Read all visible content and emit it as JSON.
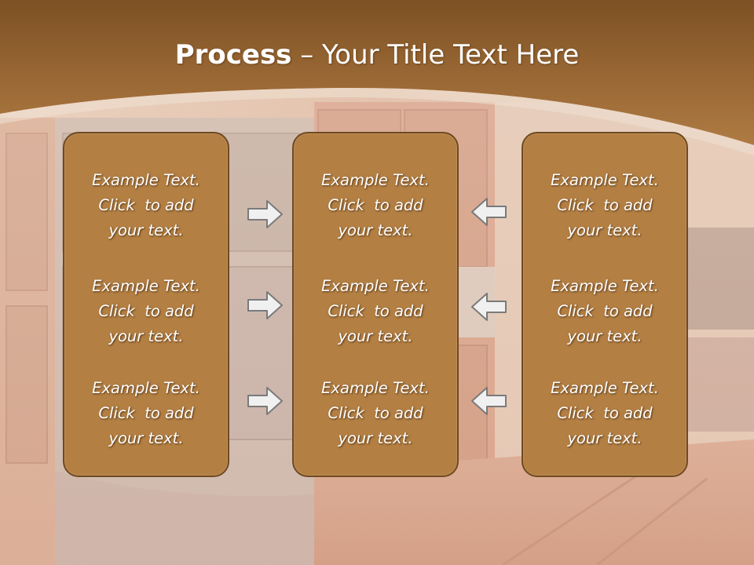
{
  "title": {
    "bold": "Process",
    "rest": " – Your Title Text Here"
  },
  "colors": {
    "banner": "#a8743e",
    "box_fill": "#b37f43",
    "box_border": "#6e4a22",
    "arrow_fill": "#f0f0f0",
    "arrow_stroke": "#7a7a7a"
  },
  "columns": [
    {
      "items": [
        {
          "line1": "Example Text.",
          "line2": "Click  to add",
          "line3": "your text."
        },
        {
          "line1": "Example Text.",
          "line2": "Click  to add",
          "line3": "your text."
        },
        {
          "line1": "Example Text.",
          "line2": "Click  to add",
          "line3": "your text."
        }
      ]
    },
    {
      "items": [
        {
          "line1": "Example Text.",
          "line2": "Click  to add",
          "line3": "your text."
        },
        {
          "line1": "Example Text.",
          "line2": "Click  to add",
          "line3": "your text."
        },
        {
          "line1": "Example Text.",
          "line2": "Click  to add",
          "line3": "your text."
        }
      ]
    },
    {
      "items": [
        {
          "line1": "Example Text.",
          "line2": "Click  to add",
          "line3": "your text."
        },
        {
          "line1": "Example Text.",
          "line2": "Click  to add",
          "line3": "your text."
        },
        {
          "line1": "Example Text.",
          "line2": "Click  to add",
          "line3": "your text."
        }
      ]
    }
  ],
  "arrows": {
    "left_group": "arrow-right-icon",
    "right_group": "arrow-left-icon"
  }
}
